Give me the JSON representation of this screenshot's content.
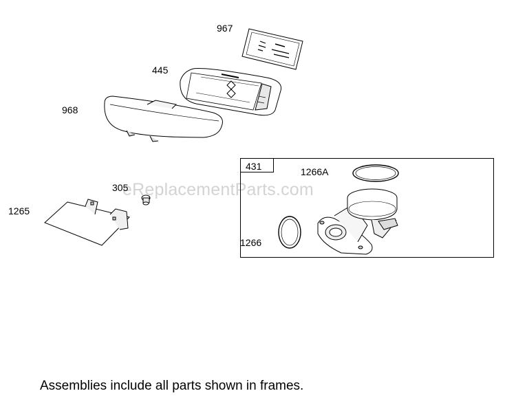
{
  "labels": {
    "p967": "967",
    "p445": "445",
    "p968": "968",
    "p305": "305",
    "p1265": "1265",
    "p431": "431",
    "p1266A": "1266A",
    "p1266": "1266"
  },
  "watermark": "eReplacementParts.com",
  "footer_note": "Assemblies include all parts shown in frames."
}
